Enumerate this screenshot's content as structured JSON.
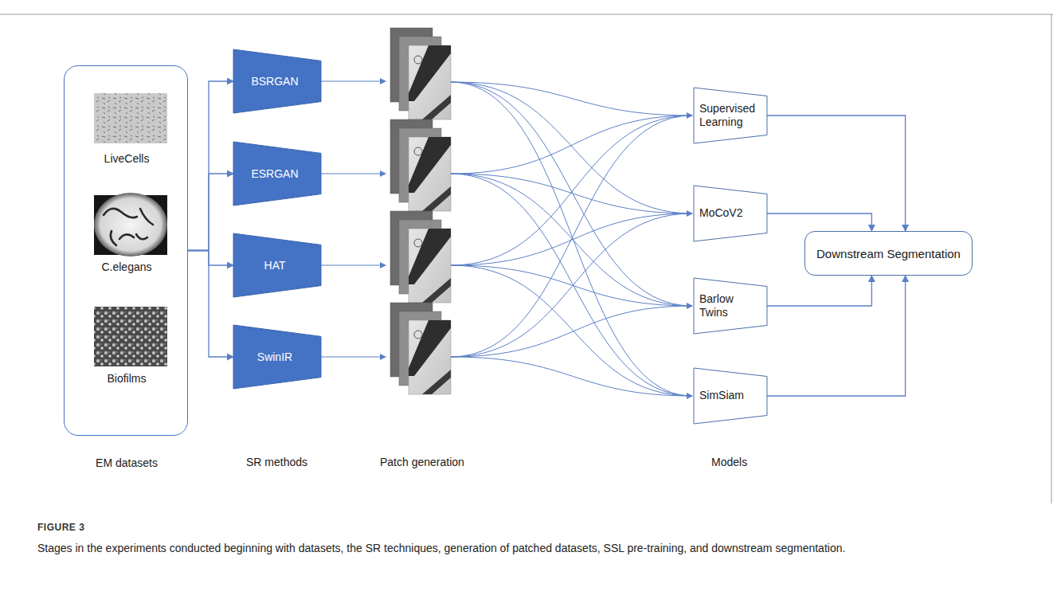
{
  "diagram": {
    "caption": "Stages in the experiments conducted beginning with datasets, the SR techniques, generation of patched datasets, SSL pre-training, and downstream segmentation.",
    "nodes": [
      {
        "text": [
          "EM datasets"
        ]
      },
      {
        "text": [
          "LiveCells"
        ],
        "in": 0
      },
      {
        "text": [
          "C.elegans"
        ],
        "in": 0
      },
      {
        "text": [
          "Biofilms"
        ],
        "in": 0
      },
      {
        "text": [
          "BSRGAN"
        ]
      },
      {
        "text": [
          "ESRGAN"
        ]
      },
      {
        "text": [
          "HAT"
        ]
      },
      {
        "text": [
          "SwinIR"
        ]
      },
      {
        "text": [
          "Supervised Learning"
        ]
      },
      {
        "text": [
          "MoCoV2"
        ]
      },
      {
        "text": [
          "Barlow Twins"
        ]
      },
      {
        "text": [
          "SimSiam"
        ]
      },
      {
        "text": [
          "Downstream Segmentation"
        ]
      }
    ],
    "edges": [
      {
        "from": 0,
        "to": 4,
        "arrow": "to"
      },
      {
        "from": 0,
        "to": 5,
        "arrow": "to"
      },
      {
        "from": 0,
        "to": 6,
        "arrow": "to"
      },
      {
        "from": 0,
        "to": 7,
        "arrow": "to"
      },
      {
        "from": 8,
        "to": 12,
        "arrow": "to"
      },
      {
        "from": 9,
        "to": 12,
        "arrow": "to"
      },
      {
        "from": 10,
        "to": 12,
        "arrow": "to"
      },
      {
        "from": 11,
        "to": 12,
        "arrow": "to"
      }
    ],
    "labels": [
      "SR methods",
      "Patch generation",
      "Models",
      "FIGURE 3"
    ]
  }
}
